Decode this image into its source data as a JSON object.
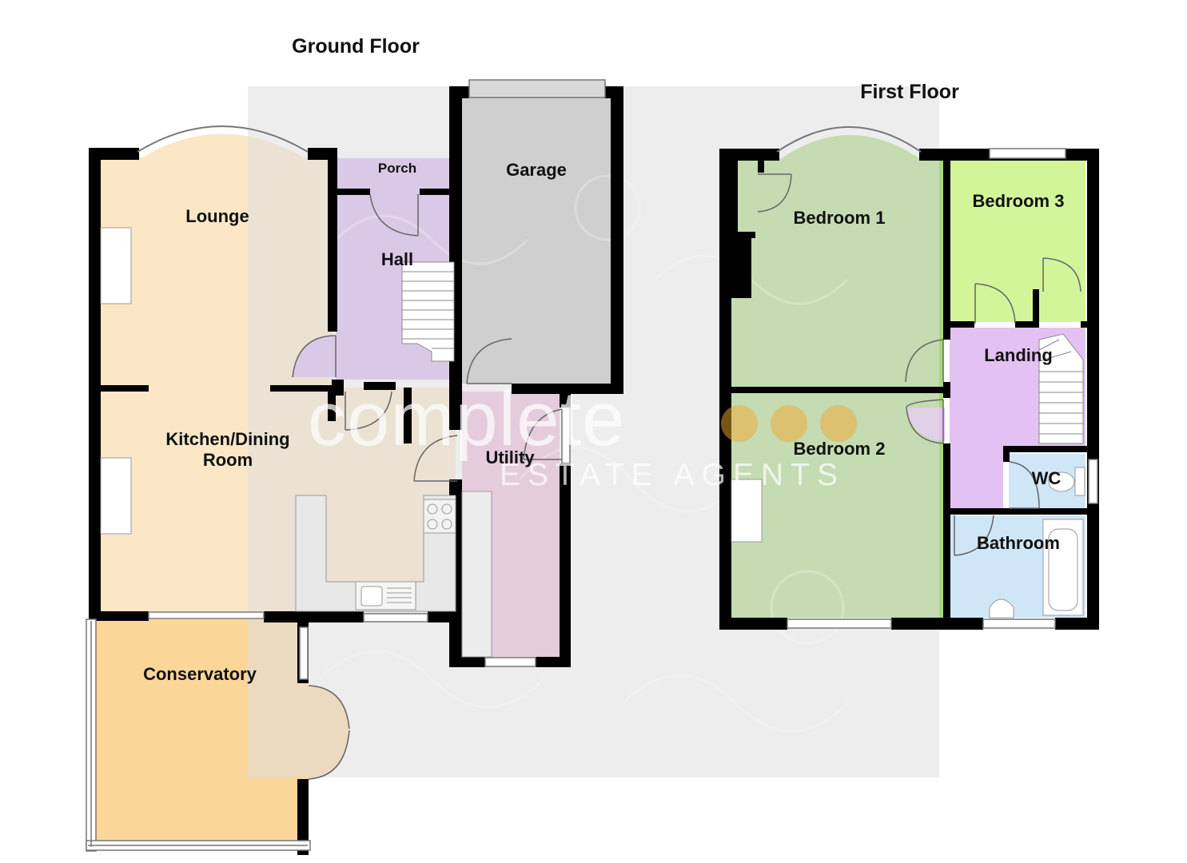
{
  "floors": [
    {
      "id": "ground",
      "title": "Ground Floor"
    },
    {
      "id": "first",
      "title": "First Floor"
    }
  ],
  "rooms": {
    "lounge": "Lounge",
    "porch": "Porch",
    "hall": "Hall",
    "garage": "Garage",
    "kitchen_line1": "Kitchen/Dining",
    "kitchen_line2": "Room",
    "utility": "Utility",
    "conservatory": "Conservatory",
    "bedroom1": "Bedroom 1",
    "bedroom2": "Bedroom 2",
    "bedroom3": "Bedroom 3",
    "landing": "Landing",
    "wc": "WC",
    "bathroom": "Bathroom"
  },
  "watermark": {
    "brand": "complete",
    "tagline": "ESTATE AGENTS"
  },
  "colors": {
    "lounge_kitchen": "#fbe7c6",
    "conservatory": "#fbd699",
    "hall_porch": "#d6b0f0",
    "garage": "#bdbdbd",
    "utility": "#eab5dc",
    "bedrooms_1_2": "#a7d77a",
    "bedroom3": "#d3f59a",
    "landing": "#e3c1f2",
    "wc_bathroom": "#cfe6f7",
    "walls": "#000000",
    "watermark_panel": "#dedede",
    "watermark_dots": "#f0a830"
  }
}
